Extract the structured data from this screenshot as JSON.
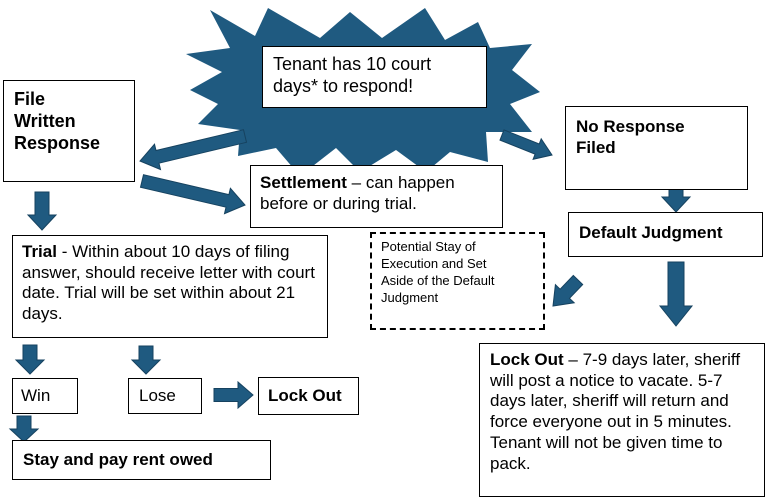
{
  "starburst": {
    "text_line1": "Tenant has 10 court",
    "text_line2": "days* to respond!"
  },
  "file_response": {
    "line1": "File",
    "line2": "Written",
    "line3": "Response"
  },
  "no_response": {
    "line1": "No Response",
    "line2": "Filed"
  },
  "settlement": {
    "bold": "Settlement",
    "rest": " – can happen before or during trial."
  },
  "default_judgment": {
    "text": "Default Judgment"
  },
  "stay_of_execution": {
    "line1": "Potential Stay of",
    "line2": "Execution and Set",
    "line3": "Aside of the Default",
    "line4": "Judgment"
  },
  "trial": {
    "bold": "Trial",
    "rest": " - Within about 10 days of filing answer, should receive letter with court date. Trial will be set within about 21 days."
  },
  "win": {
    "text": "Win"
  },
  "lose": {
    "text": "Lose"
  },
  "lock_out_small": {
    "text": "Lock Out"
  },
  "stay_pay": {
    "text": "Stay and pay rent owed"
  },
  "lock_out_big": {
    "bold": "Lock Out",
    "rest": " – 7-9 days later, sheriff will post a notice to vacate. 5-7 days later, sheriff will return and force everyone out in 5 minutes. Tenant will not be given time to pack."
  },
  "colors": {
    "arrow": "#1f5a80",
    "arrow_stroke": "#16425f",
    "burst": "#1f5a80"
  }
}
